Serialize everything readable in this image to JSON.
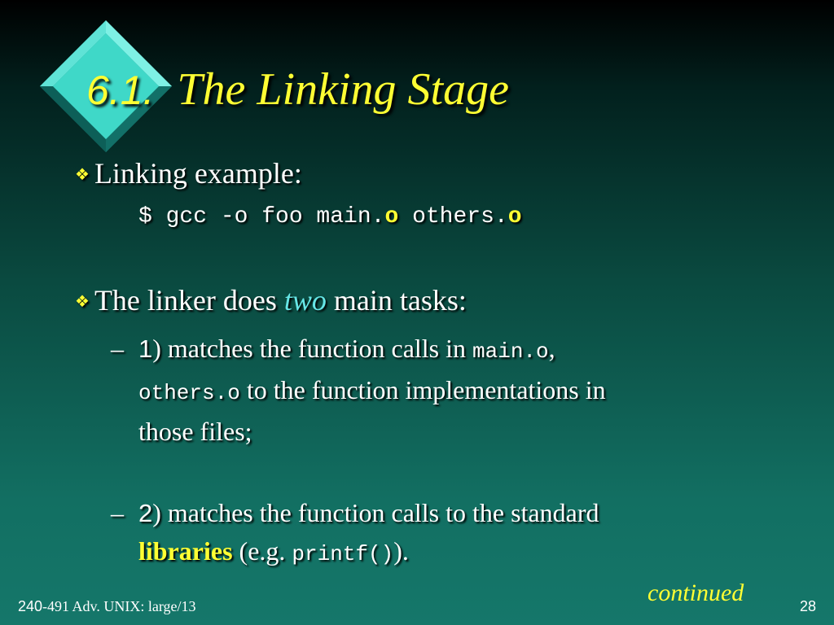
{
  "slide": {
    "title_number": "6.1.",
    "title_text": "The Linking Stage",
    "bullet1": {
      "label": "Linking example:"
    },
    "command": {
      "part1": "$ gcc -o foo main.",
      "o1": "o",
      "part2": " others.",
      "o2": "o"
    },
    "bullet2": {
      "text_before": "The linker does ",
      "emphasis": "two",
      "text_after": " main tasks:"
    },
    "task1": {
      "dash": "–",
      "number": "1",
      "text_a": ") matches the function calls in ",
      "code_a": "main.o",
      "comma": ",",
      "code_b": "others.o",
      "text_b": " to the function implementations in",
      "text_c": "those files;"
    },
    "task2": {
      "dash": "–",
      "number": "2",
      "text_a": ") matches the function calls to the standard",
      "highlight": "libraries",
      "text_b": " (e.g. ",
      "code": "printf()",
      "text_c": ")."
    },
    "continued": "continued"
  },
  "footer": {
    "course_number": "240",
    "course_text": "-491 Adv. UNIX: large/13",
    "page": "28"
  },
  "colors": {
    "title": "#ffff33",
    "accent_diamond": "#3fd8c8",
    "background_top": "#000000",
    "background_bottom": "#15776a"
  },
  "icons": {
    "logo": "diamond-logo-icon",
    "bullet": "four-diamond-bullet-icon"
  }
}
